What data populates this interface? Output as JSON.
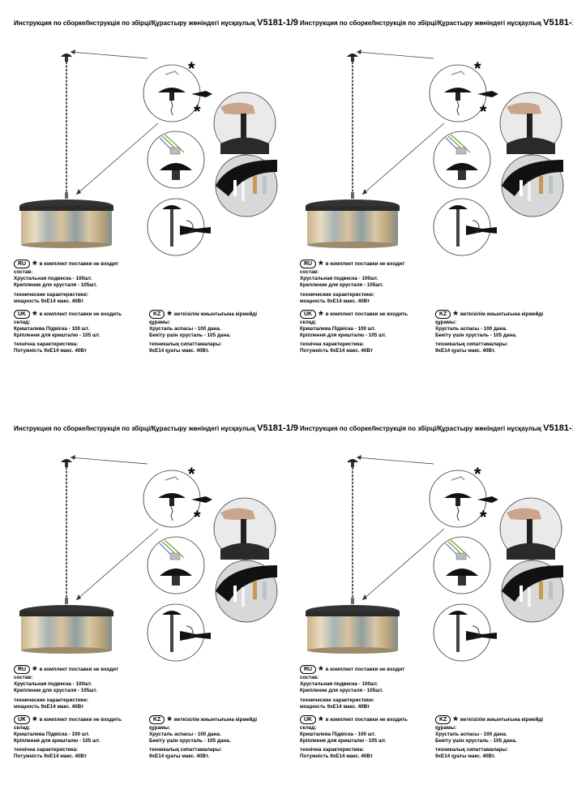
{
  "header": {
    "title": "Инструкция по сборке/Інструкція по збірці/Құрастыру жөніндегі нұсқаулық",
    "code": "V5181-1/9"
  },
  "ru": {
    "badge": "RU",
    "note": "в комплект поставки не входит",
    "spec_title": "состав:",
    "spec_line1": "Хрустальная подвеска - 100шт.",
    "spec_line2": "Крепление для хрусталя - 105шт.",
    "tech_title": "технические характеристики:",
    "tech_line1": "мощность 9хЕ14 макс. 40Вт"
  },
  "uk": {
    "badge": "UK",
    "note": "в комплект поставки не входить",
    "spec_title": "склад:",
    "spec_line1": "Кришталева Підвіска - 100 шт.",
    "spec_line2": "Кріплення для кришталю - 105 шт.",
    "tech_title": "технічна характеристика:",
    "tech_line1": "Потужність 9хЕ14 макс. 40Вт"
  },
  "kz": {
    "badge": "KZ",
    "note": "жеткізілім жиынтығына кірмейді",
    "spec_title": "құрамы:",
    "spec_line1": "Хрусталь аспасы - 100 дана.",
    "spec_line2": "Бекіту үшін хрусталь - 105 дана.",
    "tech_title": "техникалық сипаттамалары:",
    "tech_line1": "9хЕ14 қуаты макс. 40Вт."
  },
  "icons": {
    "star": "asterisk-icon"
  }
}
